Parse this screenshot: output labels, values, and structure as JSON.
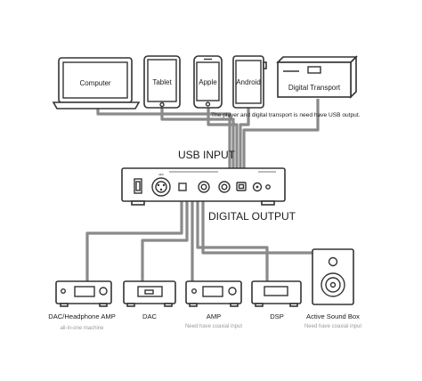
{
  "top_devices": {
    "computer": "Computer",
    "tablet": "Tablet",
    "apple": "Apple",
    "android": "Android",
    "transport": "Digital Transport"
  },
  "usb_note": "The player and digital transport is need have USB output.",
  "usb_input_label": "USB INPUT",
  "digital_output_label": "DIGITAL OUTPUT",
  "bottom_devices": [
    {
      "label": "DAC/Headphone AMP",
      "sub": "all-in-one machine"
    },
    {
      "label": "DAC",
      "sub": ""
    },
    {
      "label": "AMP",
      "sub": "Need have coaxial input"
    },
    {
      "label": "DSP",
      "sub": ""
    },
    {
      "label": "Active Sound Box",
      "sub": "Need have coaxial input"
    }
  ],
  "colors": {
    "line": "#333333",
    "cable": "#888888",
    "muted": "#9a9a9a"
  }
}
